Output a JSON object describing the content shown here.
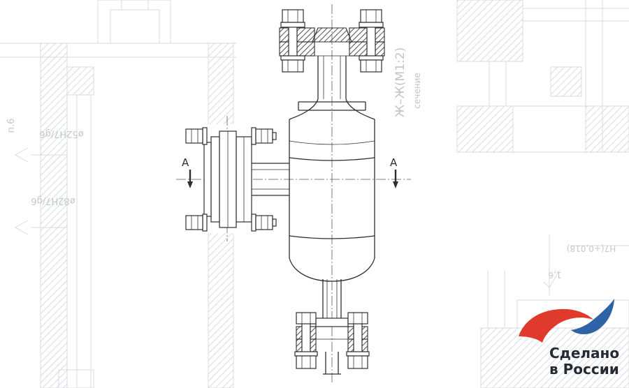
{
  "colors": {
    "main_line": "#2e2e2e",
    "faded_line": "#d7dce2",
    "faded_text": "#c3c9d1",
    "logo_red": "#e03a2d",
    "logo_blue": "#2e63a6",
    "logo_text": "#262a35"
  },
  "drawing": {
    "section_view_label": "Ж–Ж(М1:2)",
    "section_view_sublabel": "сечение",
    "cut_marker_left": "A",
    "cut_marker_right": "A"
  },
  "dimensions": {
    "note_p6": "п.6",
    "bore_52": "ø52H7/g6",
    "bore_82": "ø82H7/g6",
    "fit_h7": "H7(+0,018)",
    "roughness": "1,6"
  },
  "logo": {
    "line1": "Сделано",
    "line2": "в России"
  }
}
